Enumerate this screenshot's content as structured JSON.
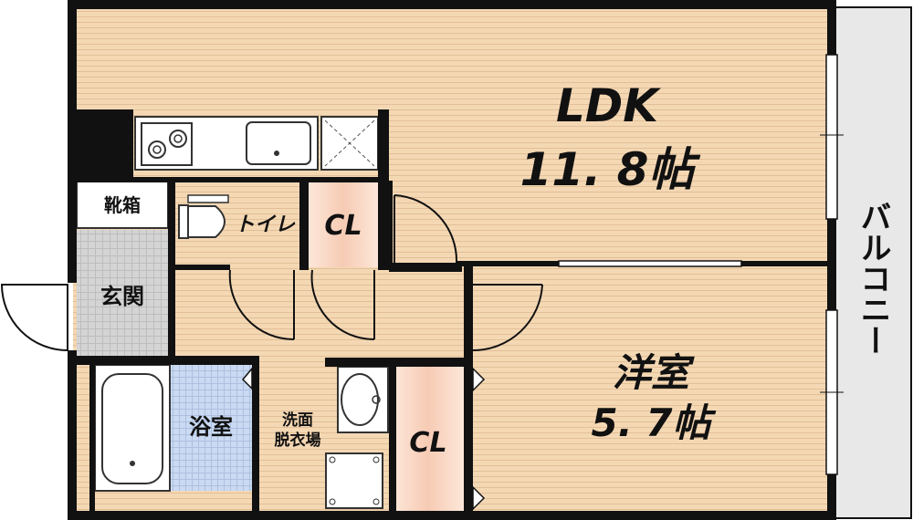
{
  "rooms": {
    "ldk": {
      "name": "LDK",
      "size": "11. 8帖"
    },
    "western": {
      "name": "洋室",
      "size": "5. 7帖"
    },
    "toilet": {
      "name": "トイレ"
    },
    "shoe_box": {
      "name": "靴箱"
    },
    "entrance": {
      "name": "玄関"
    },
    "bath": {
      "name": "浴室"
    },
    "washroom": {
      "name_line1": "洗面",
      "name_line2": "脱衣場"
    },
    "closet_upper": {
      "name": "CL"
    },
    "closet_lower": {
      "name": "CL"
    },
    "balcony": {
      "name": "バルコニー"
    }
  },
  "colors": {
    "wall": "#111111",
    "floor_wood": "#f4d8b4",
    "closet": "#f8d5c2",
    "bath_tile": "#c9daf2",
    "entrance_tile": "#d4d4d4",
    "balcony": "#e8e8e8",
    "fixtures": "#ffffff"
  }
}
